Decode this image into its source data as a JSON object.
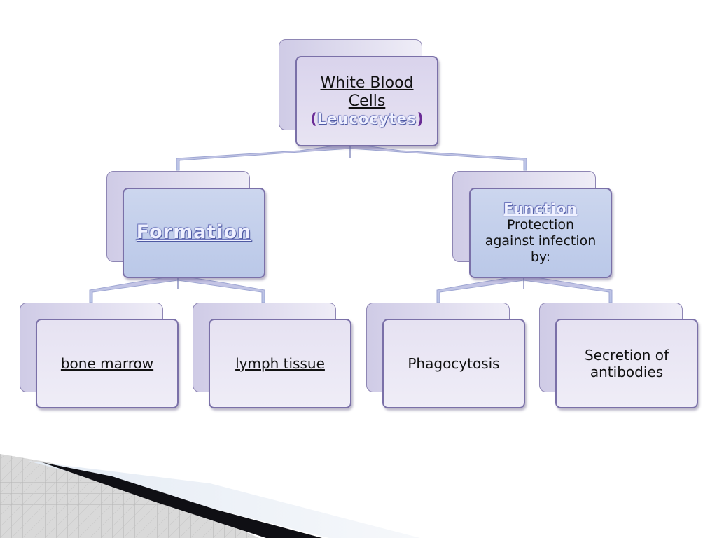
{
  "diagram": {
    "root": {
      "line1": "White Blood",
      "line2": "Cells",
      "paren_open": "(",
      "highlight": "Leucocytes",
      "paren_close": ")"
    },
    "formation": {
      "label": "Formation"
    },
    "function": {
      "heading": "Function",
      "line1": "Protection",
      "line2": "against infection",
      "line3": "by:"
    },
    "leaves": {
      "bone_marrow": "bone marrow",
      "lymph_tissue": "lymph tissue",
      "phagocytosis": "Phagocytosis",
      "secretion_line1": "Secretion of",
      "secretion_line2": "antibodies"
    }
  },
  "colors": {
    "node_border": "#7a70a8",
    "node_fill_purple": "#d9d3ec",
    "node_fill_blue": "#bac8e8",
    "connector": "#b9bfe0",
    "accent_paren": "#6a2c96"
  }
}
